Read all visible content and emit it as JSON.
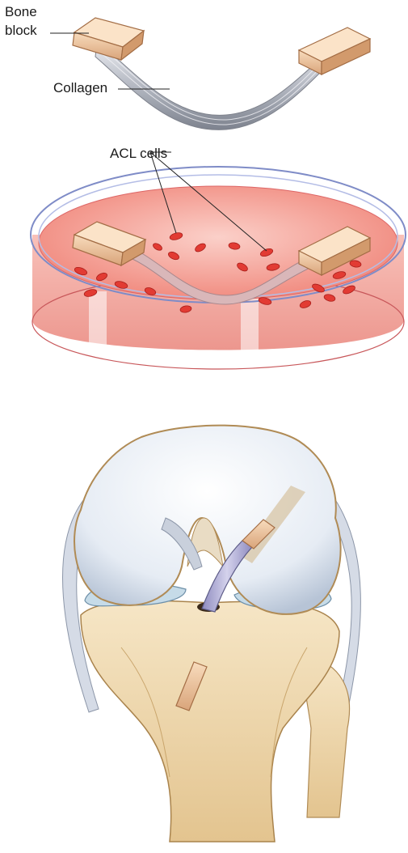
{
  "labels": {
    "bone_block_line1": "Bone",
    "bone_block_line2": "block",
    "collagen": "Collagen",
    "acl_cells": "ACL cells"
  },
  "colors": {
    "bone": "#f1c9a4",
    "bone_edge": "#b07a4e",
    "collagen": "#b9bcc6",
    "medium": "#f08b80",
    "dish_glass": "#c9d3f0",
    "cell": "#e03a32",
    "femur": "#e7edf5",
    "tibia": "#eed9b0",
    "graft": "#b9b6d8"
  }
}
